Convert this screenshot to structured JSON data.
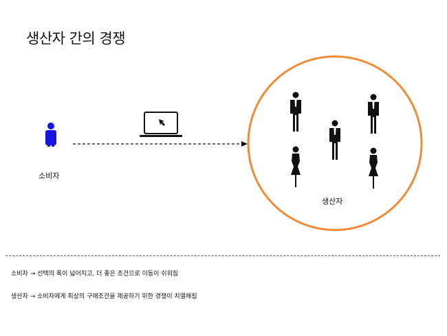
{
  "title": "생산자 간의 경쟁",
  "consumer": {
    "label": "소비자",
    "color": "#1616e0"
  },
  "producers": {
    "label": "생산자",
    "circle_color": "#f08a35"
  },
  "icons": {
    "consumer": "person-icon",
    "laptop": "laptop-icon",
    "cursor": "cursor-icon",
    "arrow": "dashed-arrow",
    "man": "businessman-icon",
    "woman": "businesswoman-icon"
  },
  "notes": [
    "소비자 → 선택의 폭이 넓어지고, 더 좋은 조건으로 이동이 쉬워짐",
    "생산자 → 소비자에게 최상의 구매조건을 제공하기 위한 경쟁이 치열해짐"
  ]
}
